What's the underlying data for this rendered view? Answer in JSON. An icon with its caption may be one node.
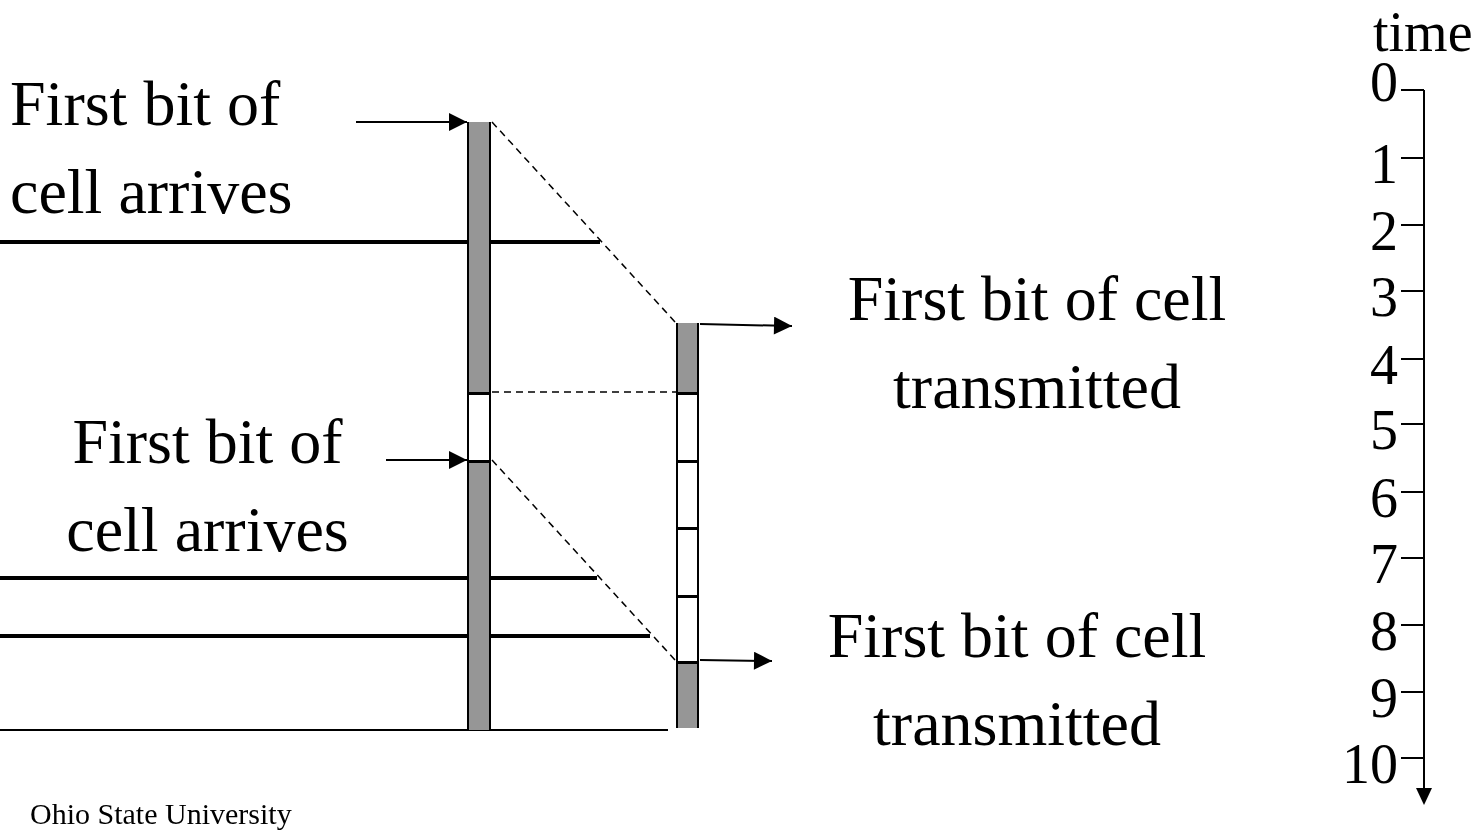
{
  "diagram": {
    "nodes": [
      {
        "text": [
          "First bit of cell arrives"
        ]
      },
      {
        "text": [
          "First bit of cell arrives"
        ]
      },
      {
        "text": [
          "First bit of cell transmitted"
        ]
      },
      {
        "text": [
          "First bit of cell transmitted"
        ]
      },
      {
        "text": [],
        "shape": "bar"
      },
      {
        "text": [],
        "shape": "bar"
      }
    ],
    "edges": [
      {
        "from": 0,
        "to": 4,
        "arrow": "to"
      },
      {
        "from": 1,
        "to": 4,
        "arrow": "to"
      },
      {
        "from": 5,
        "to": 2,
        "arrow": "to"
      },
      {
        "from": 5,
        "to": 3,
        "arrow": "to"
      },
      {
        "from": 4,
        "to": 5,
        "arrow": "none",
        "style": "dashed"
      },
      {
        "from": 4,
        "to": 5,
        "arrow": "none",
        "style": "dashed"
      },
      {
        "from": 4,
        "to": 5,
        "arrow": "none",
        "style": "dashed"
      }
    ],
    "labels": [
      "time",
      "0",
      "1",
      "2",
      "3",
      "4",
      "5",
      "6",
      "7",
      "8",
      "9",
      "10",
      "Ohio State University"
    ]
  }
}
